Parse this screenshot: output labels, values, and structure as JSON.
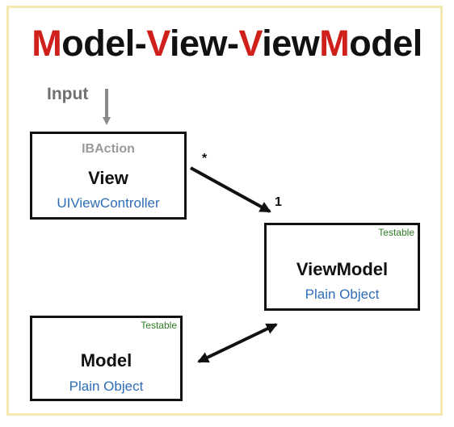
{
  "title": {
    "parts": [
      {
        "text": "M",
        "highlight": true
      },
      {
        "text": "odel-",
        "highlight": false
      },
      {
        "text": "V",
        "highlight": true
      },
      {
        "text": "iew-",
        "highlight": false
      },
      {
        "text": "V",
        "highlight": true
      },
      {
        "text": "iew",
        "highlight": false
      },
      {
        "text": "M",
        "highlight": true
      },
      {
        "text": "odel",
        "highlight": false
      }
    ],
    "highlight_color": "#d0201c"
  },
  "input_label": "Input",
  "view_box": {
    "top_note": "IBAction",
    "name": "View",
    "subtitle": "UIViewController"
  },
  "viewmodel_box": {
    "badge": "Testable",
    "name": "ViewModel",
    "subtitle": "Plain Object"
  },
  "model_box": {
    "badge": "Testable",
    "name": "Model",
    "subtitle": "Plain Object"
  },
  "multiplicity": {
    "view_end": "*",
    "viewmodel_end": "1"
  },
  "colors": {
    "frame_border": "#f3e9b0",
    "badge_text": "#2e7d24",
    "subtitle_text": "#2f6db5",
    "input_arrow": "#8a8a8a"
  }
}
